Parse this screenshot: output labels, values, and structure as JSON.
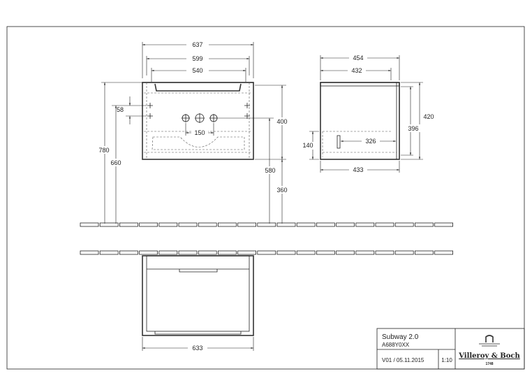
{
  "front_view": {
    "w637": "637",
    "w599": "599",
    "w540": "540",
    "h780": "780",
    "h660": "660",
    "d58": "58",
    "h400": "400",
    "h580": "580",
    "h360": "360",
    "d150": "150"
  },
  "side_view": {
    "w454": "454",
    "w432": "432",
    "h420": "420",
    "h396": "396",
    "h140": "140",
    "d326": "326",
    "w433": "433"
  },
  "plan_view": {
    "w633": "633"
  },
  "title_block": {
    "product": "Subway 2.0",
    "article": "A688Y0XX",
    "version": "V01 / 05.11.2015",
    "scale": "1:10",
    "brand": "Villeroy & Boch",
    "brand_year": "1748"
  }
}
